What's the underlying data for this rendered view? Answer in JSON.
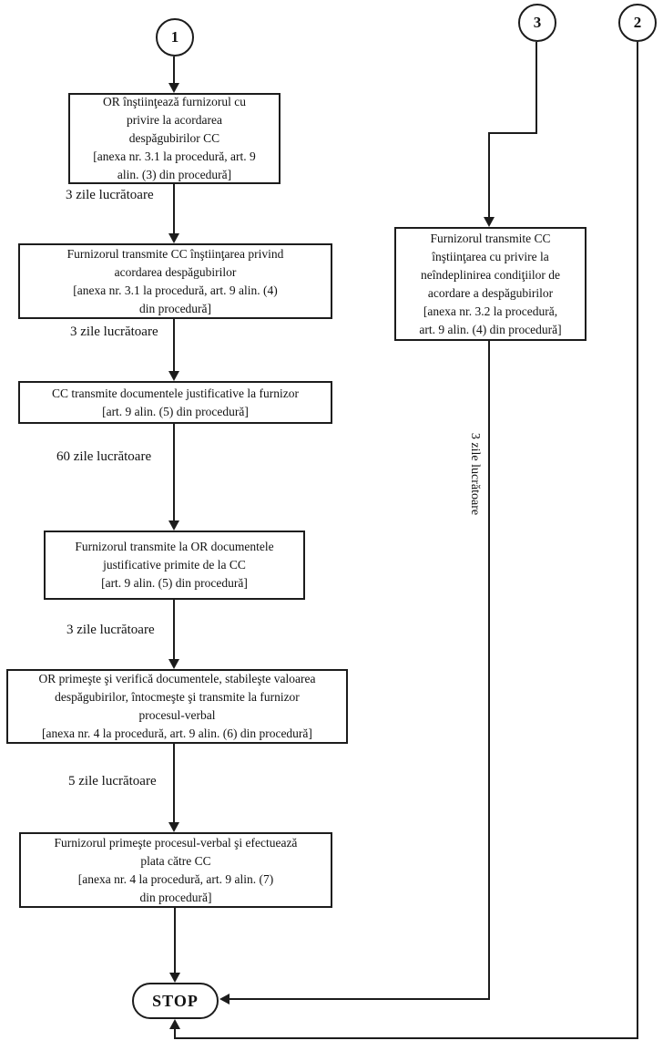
{
  "circles": {
    "c1": "1",
    "c2": "2",
    "c3": "3"
  },
  "boxes": {
    "or_notify_grant": "OR înştiinţează furnizorul cu\nprivire la acordarea\ndespăgubirilor CC\n[anexa nr. 3.1 la procedură, art. 9\nalin. (3) din procedură]",
    "supplier_send_notice": "Furnizorul transmite CC înştiinţarea privind\nacordarea despăgubirilor\n[anexa nr. 3.1 la procedură, art. 9 alin. (4)\ndin procedură]",
    "cc_send_docs": "CC transmite documentele justificative la furnizor\n[art. 9 alin. (5) din procedură]",
    "supplier_send_docs_or": "Furnizorul transmite la OR documentele\njustificative primite de la CC\n[art. 9 alin. (5) din procedură]",
    "or_verify": "OR primeşte şi verifică documentele, stabileşte valoarea\ndespăgubirilor, întocmeşte şi transmite la furnizor\nprocesul-verbal\n[anexa nr. 4 la procedură, art. 9 alin. (6) din procedură]",
    "supplier_pay": "Furnizorul primeşte procesul-verbal şi efectuează\nplata către CC\n[anexa nr. 4 la procedură, art. 9 alin. (7)\ndin procedură]",
    "supplier_notice_refusal": "Furnizorul transmite CC\nînştiinţarea cu privire la\nneîndeplinirea condiţiilor de\nacordare a despăgubirilor\n[anexa nr. 3.2 la procedură,\nart. 9 alin. (4) din procedură]"
  },
  "edge_labels": {
    "l1": "3 zile lucrătoare",
    "l2": "3 zile lucrătoare",
    "l3": "60 zile lucrătoare",
    "l4": "3 zile lucrătoare",
    "l5": "5 zile lucrătoare",
    "l6_vertical": "3 zile lucrătoare"
  },
  "terminator": {
    "stop": "STOP"
  },
  "colors": {
    "line": "#1c1c1c",
    "background": "#ffffff",
    "text": "#111111"
  }
}
